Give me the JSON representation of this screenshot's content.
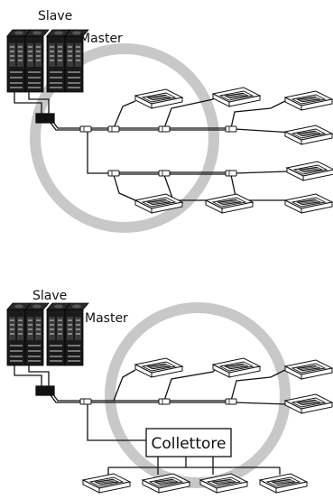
{
  "diagram_top": {
    "slave_label": "Slave",
    "master_label": "Master"
  },
  "diagram_bottom": {
    "slave_label": "Slave",
    "master_label": "Master",
    "header_label": "Collettore"
  },
  "colors": {
    "ring": "#c8c8c8",
    "pipe": "#111111",
    "unit": "#1a1a1a",
    "background": "#ffffff"
  }
}
